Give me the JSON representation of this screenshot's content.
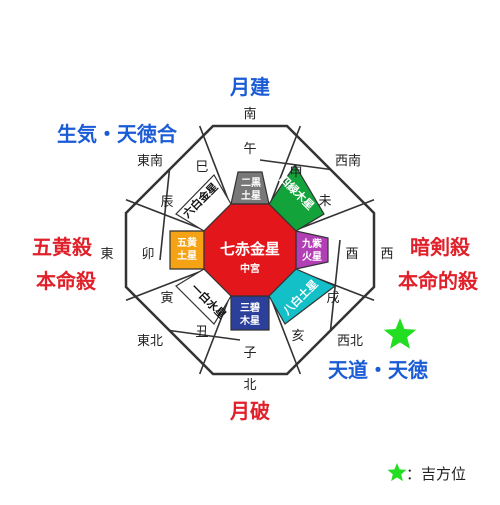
{
  "colors": {
    "outline": "#333333",
    "octagon_fill": "#ffffff",
    "center": "#e3161c",
    "north": "#2c3f9a",
    "northeast": "#ffffff",
    "east": "#f5a214",
    "southeast": "#ffffff",
    "south": "#787878",
    "southwest": "#13a33b",
    "west": "#b23fb5",
    "northwest": "#14c0c8",
    "star": "#22dd22",
    "blue_text": "#1a5bd6",
    "red_text": "#e0202a"
  },
  "center": {
    "line1": "七赤金星",
    "line2": "中宮"
  },
  "cells": {
    "south": {
      "l1": "二黒",
      "l2": "土星"
    },
    "southwest": {
      "l1": "四緑",
      "l2": "木星"
    },
    "west": {
      "l1": "九紫",
      "l2": "火星"
    },
    "northwest": {
      "l1": "八白",
      "l2": "土星"
    },
    "north": {
      "l1": "三碧",
      "l2": "木星"
    },
    "northeast": {
      "l1": "一白",
      "l2": "水星"
    },
    "east": {
      "l1": "五黄",
      "l2": "土星"
    },
    "southeast": {
      "l1": "六白",
      "l2": "金星"
    }
  },
  "zodiac": {
    "ne1": "丑",
    "n": "子",
    "nw1": "亥",
    "nw2": "戌",
    "w": "酉",
    "sw1": "申",
    "sw2": "未",
    "s": "午",
    "se1": "巳",
    "se2": "辰",
    "e": "卯",
    "ne2": "寅"
  },
  "directions": {
    "s": "南",
    "sw": "西南",
    "w": "西",
    "nw": "西北",
    "n": "北",
    "ne": "東北",
    "e": "東",
    "se": "東南"
  },
  "annotations": {
    "top": "月建",
    "top_left": "生気・天徳合",
    "left1": "五黄殺",
    "left2": "本命殺",
    "right1": "暗剣殺",
    "right2": "本命的殺",
    "bottom_right": "天道・天徳",
    "bottom": "月破"
  },
  "legend": {
    "label": "：吉方位"
  }
}
